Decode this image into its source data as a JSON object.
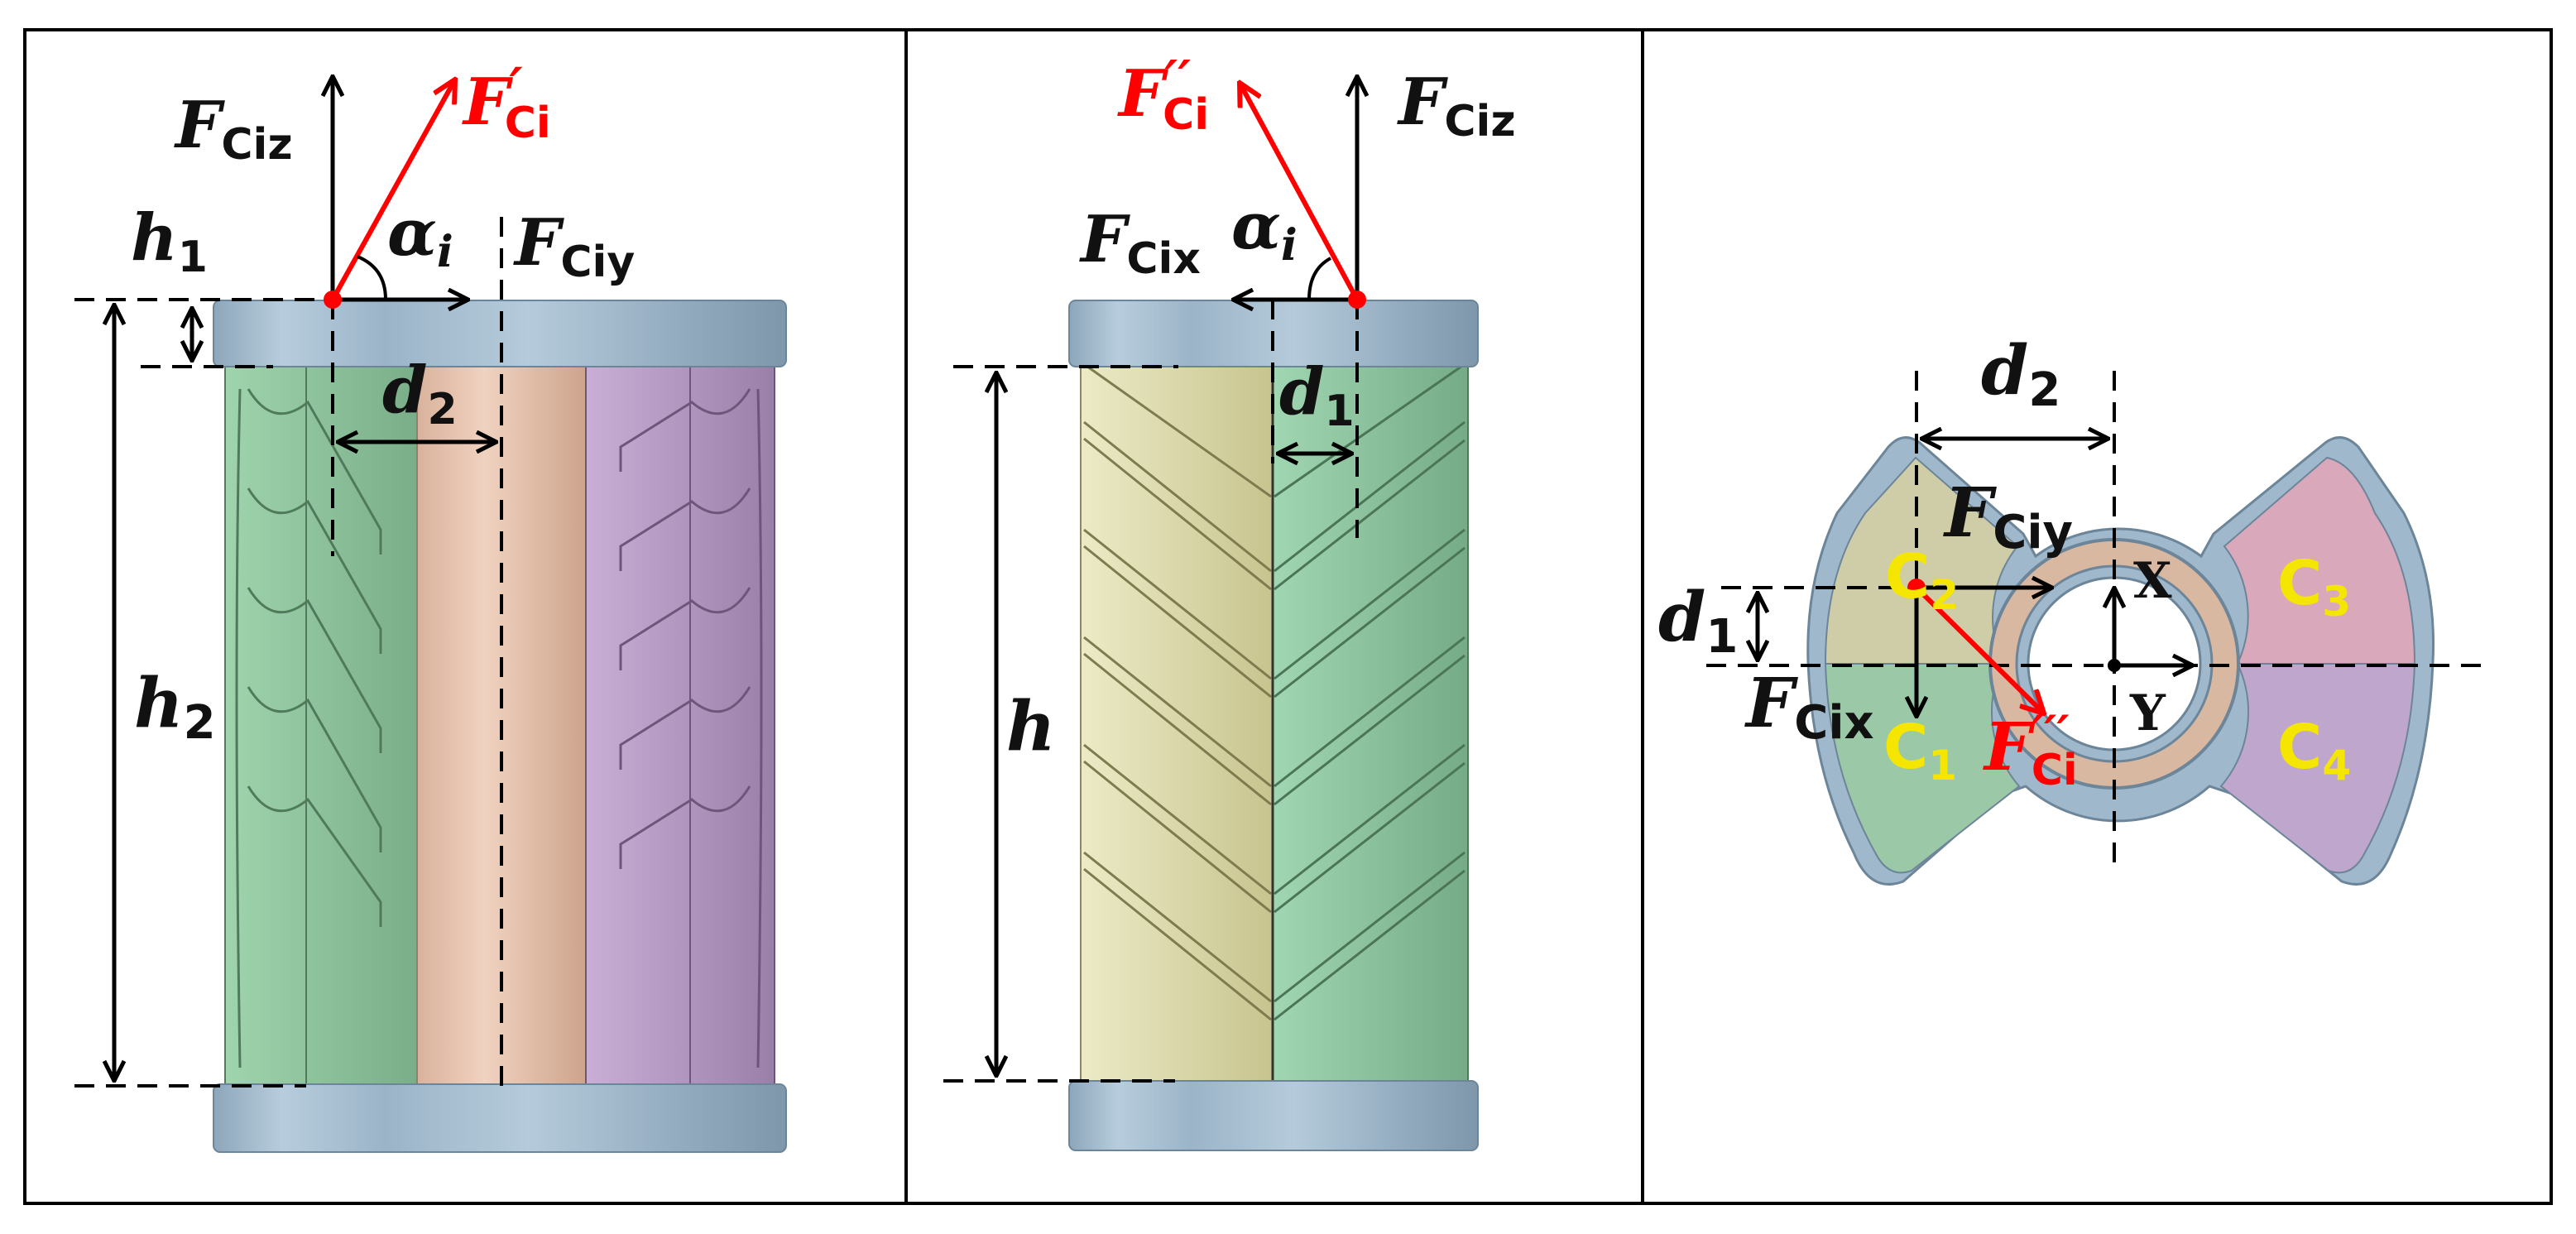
{
  "panel_left": {
    "force_z": {
      "base": "F",
      "sub": "Ciz"
    },
    "force_resultant": {
      "base": "F",
      "prime": "′",
      "sub": "Ci"
    },
    "angle": {
      "base": "α",
      "sub": "i"
    },
    "force_y": {
      "base": "F",
      "sub": "Ciy"
    },
    "h1": {
      "base": "h",
      "sub": "1"
    },
    "d2": {
      "base": "d",
      "sub": "2"
    },
    "h2": {
      "base": "h",
      "sub": "2"
    }
  },
  "panel_middle": {
    "force_resultant": {
      "base": "F",
      "prime": "′′",
      "sub": "Ci"
    },
    "force_z": {
      "base": "F",
      "sub": "Ciz"
    },
    "force_x": {
      "base": "F",
      "sub": "Cix"
    },
    "angle": {
      "base": "α",
      "sub": "i"
    },
    "d1": {
      "base": "d",
      "sub": "1"
    },
    "h": {
      "base": "h"
    }
  },
  "panel_right": {
    "d2": {
      "base": "d",
      "sub": "2"
    },
    "force_y": {
      "base": "F",
      "sub": "Ciy"
    },
    "d1": {
      "base": "d",
      "sub": "1"
    },
    "force_x": {
      "base": "F",
      "sub": "Cix"
    },
    "force_resultant": {
      "base": "F",
      "prime": "′′′",
      "sub": "Ci"
    },
    "axis_x": "X",
    "axis_y": "Y",
    "chambers": [
      {
        "base": "C",
        "sub": "1"
      },
      {
        "base": "C",
        "sub": "2"
      },
      {
        "base": "C",
        "sub": "3"
      },
      {
        "base": "C",
        "sub": "4"
      }
    ]
  },
  "colors": {
    "cap": "#9fb8cc",
    "green": "#8fc49e",
    "peach": "#e6c3ae",
    "purple": "#bea3cc",
    "beige": "#dcd9a9",
    "force_red": "#ff0000",
    "chamber_label": "#f4e600"
  }
}
